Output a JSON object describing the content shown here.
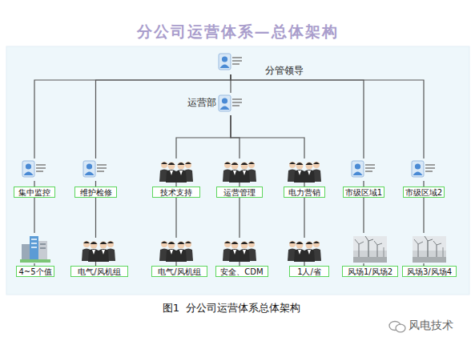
{
  "diagram": {
    "title": "分公司运营体系—总体架构",
    "caption": "图1  分公司运营体系总体架构",
    "nodes": [
      {
        "text": [
          "分管领导"
        ]
      },
      {
        "text": [
          "运营部"
        ]
      },
      {
        "text": [
          "集中监控"
        ]
      },
      {
        "text": [
          "维护检修"
        ]
      },
      {
        "text": [
          "技术支持"
        ]
      },
      {
        "text": [
          "运营管理"
        ]
      },
      {
        "text": [
          "电力营销"
        ]
      },
      {
        "text": [
          "市级区域1"
        ]
      },
      {
        "text": [
          "市级区域2"
        ]
      },
      {
        "text": [
          "4~5个值"
        ]
      },
      {
        "text": [
          "电气/风机组"
        ]
      },
      {
        "text": [
          "电气/风机组"
        ]
      },
      {
        "text": [
          "安全、CDM"
        ]
      },
      {
        "text": [
          "1人/省"
        ]
      },
      {
        "text": [
          "风场1/风场2"
        ]
      },
      {
        "text": [
          "风场3/风场4"
        ]
      }
    ],
    "edges": [
      {
        "from": 0,
        "to": 1,
        "arrow": "none"
      },
      {
        "from": 0,
        "to": 2,
        "arrow": "none"
      },
      {
        "from": 0,
        "to": 3,
        "arrow": "none"
      },
      {
        "from": 0,
        "to": 7,
        "arrow": "none"
      },
      {
        "from": 0,
        "to": 8,
        "arrow": "none"
      },
      {
        "from": 1,
        "to": 4,
        "arrow": "none"
      },
      {
        "from": 1,
        "to": 5,
        "arrow": "none"
      },
      {
        "from": 1,
        "to": 6,
        "arrow": "none"
      },
      {
        "from": 2,
        "to": 9,
        "arrow": "none"
      },
      {
        "from": 3,
        "to": 10,
        "arrow": "none"
      },
      {
        "from": 4,
        "to": 11,
        "arrow": "none"
      },
      {
        "from": 5,
        "to": 12,
        "arrow": "none"
      },
      {
        "from": 6,
        "to": 13,
        "arrow": "none"
      },
      {
        "from": 7,
        "to": 14,
        "arrow": "none"
      },
      {
        "from": 8,
        "to": 15,
        "arrow": "none"
      }
    ],
    "labels": [
      "风电技术"
    ]
  }
}
